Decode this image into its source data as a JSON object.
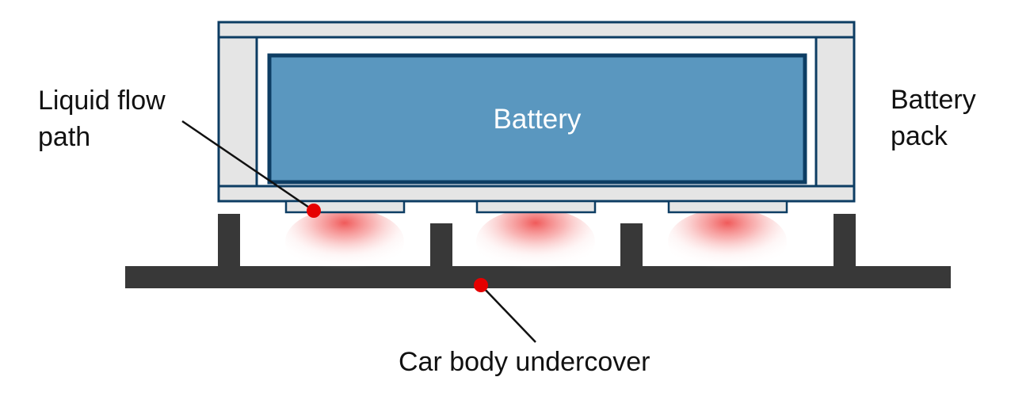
{
  "labels": {
    "liquid_flow_path": [
      "Liquid flow",
      "path"
    ],
    "battery": "Battery",
    "battery_pack": [
      "Battery",
      "pack"
    ],
    "car_body_undercover": "Car body undercover"
  },
  "colors": {
    "battery_fill": "#5a97bf",
    "battery_border": "#0d3d63",
    "pack_fill": "#e5e5e5",
    "undercover": "#383838",
    "marker": "#e60000",
    "heat_glow": "#f05a5a"
  }
}
